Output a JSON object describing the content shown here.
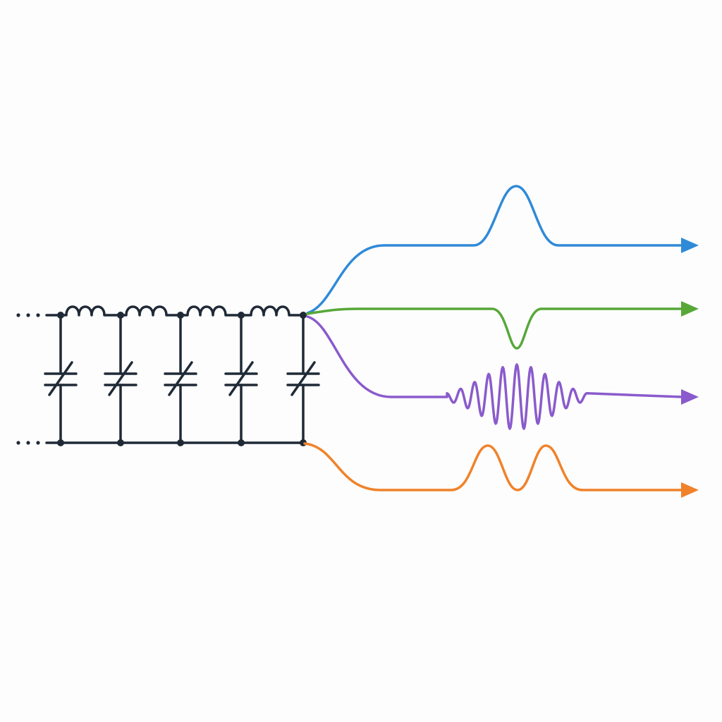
{
  "diagram": {
    "circuit": {
      "stage_count": 5,
      "line_color": "#1f2a36",
      "components": [
        "inductor",
        "variable-capacitor"
      ],
      "continuation": "dotted-ellipsis-left"
    },
    "signals": [
      {
        "id": "blue",
        "shape": "positive-gaussian-pulse",
        "color": "#2f8ad8"
      },
      {
        "id": "green",
        "shape": "negative-gaussian-dip",
        "color": "#57a838"
      },
      {
        "id": "purple",
        "shape": "oscillating-wave-packet",
        "color": "#8a5bcc"
      },
      {
        "id": "orange",
        "shape": "double-peaked-pulse",
        "color": "#f0822a"
      }
    ]
  }
}
